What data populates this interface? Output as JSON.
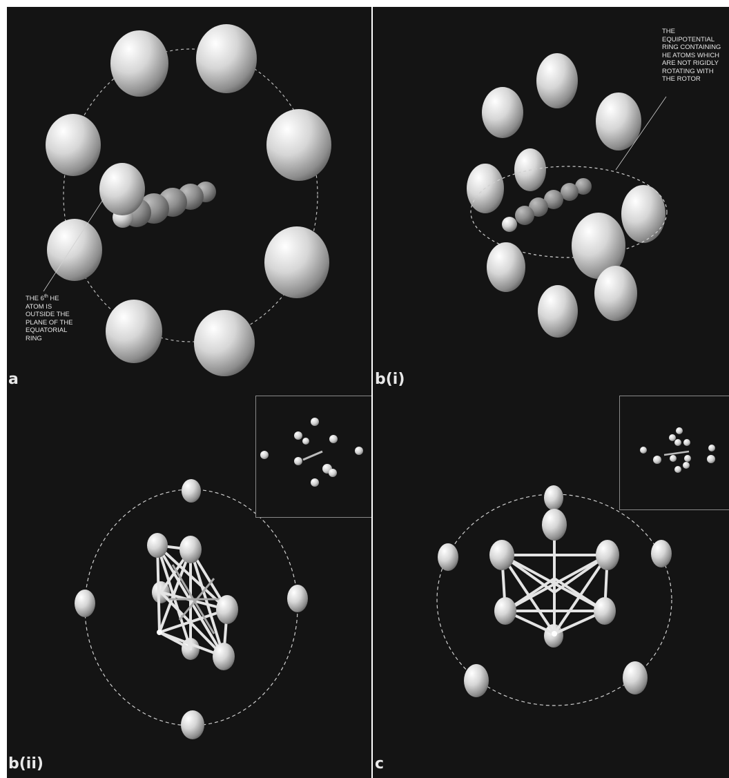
{
  "colors": {
    "background": "#141414",
    "sphere_light": "#ffffff",
    "sphere_mid": "#c9c9c9",
    "sphere_dark": "#6a6a6a",
    "ring": "#bdbdbd",
    "text": "#e6e6e6",
    "inset_border": "#8a8a8a"
  },
  "panels": {
    "a": {
      "label": "a",
      "annotation": "THE 6th He\nATOM IS\nOUTSIDE THE\nPLANE OF THE\nEQUATORIAL\nRING"
    },
    "b_i": {
      "label": "b(i)",
      "annotation": "THE\nEQUIPOTENTIAL\nRING  CONTAINING\nHe ATOMS WHICH\nARE NOT RIGIDLY\nROTATING WITH\nTHE ROTOR"
    },
    "b_ii": {
      "label": "b(ii)"
    },
    "c": {
      "label": "c"
    }
  }
}
